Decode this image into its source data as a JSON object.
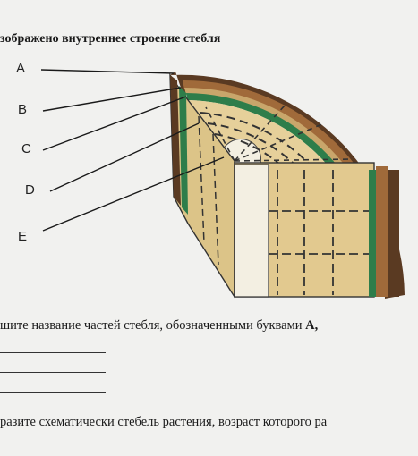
{
  "heading": "зображено внутреннее строение стебля",
  "diagram": {
    "labels": [
      "A",
      "B",
      "C",
      "D",
      "E"
    ]
  },
  "instruction": {
    "text": "шите название частей стебля, обозначенными буквами",
    "bold_tail": "A,"
  },
  "answer_lines": 3,
  "task2": "разите схематически стебель растения, возраст которого ра",
  "colors": {
    "bark": "#5a3a22",
    "cork": "#b07a45",
    "phloem": "#c9a66b",
    "cambium": "#2e7d4a",
    "wood": "#e2c98f",
    "pith": "#f3efe2",
    "ink": "#1a1a1a"
  }
}
